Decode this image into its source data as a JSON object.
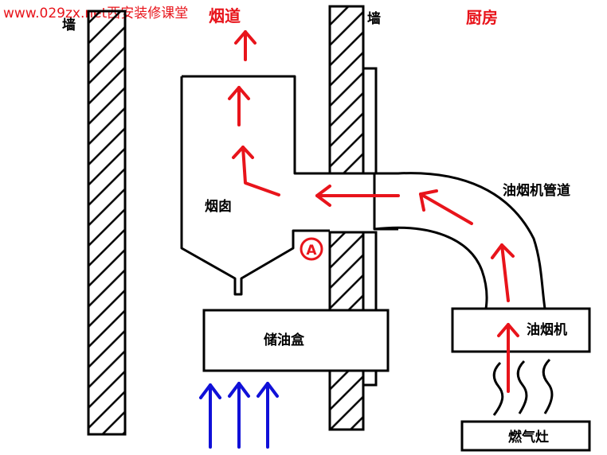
{
  "watermark": "www.029zx.net西安装修课堂",
  "labels": {
    "wall_left": "墙",
    "wall_right": "墙",
    "flue": "烟道",
    "kitchen": "厨房",
    "chimney": "烟囱",
    "hood_duct": "油烟机管道",
    "hood": "油烟机",
    "stove": "燃气灶",
    "oil_box": "储油盒",
    "marker_a": "A"
  },
  "colors": {
    "line": "#000000",
    "airflow_red": "#e8141b",
    "airflow_blue": "#1010d8",
    "background": "#ffffff"
  },
  "icons": {
    "hatch": "diagonal-hatch-pattern",
    "arrow": "open-arrowhead",
    "heat": "wavy-heat-lines"
  }
}
